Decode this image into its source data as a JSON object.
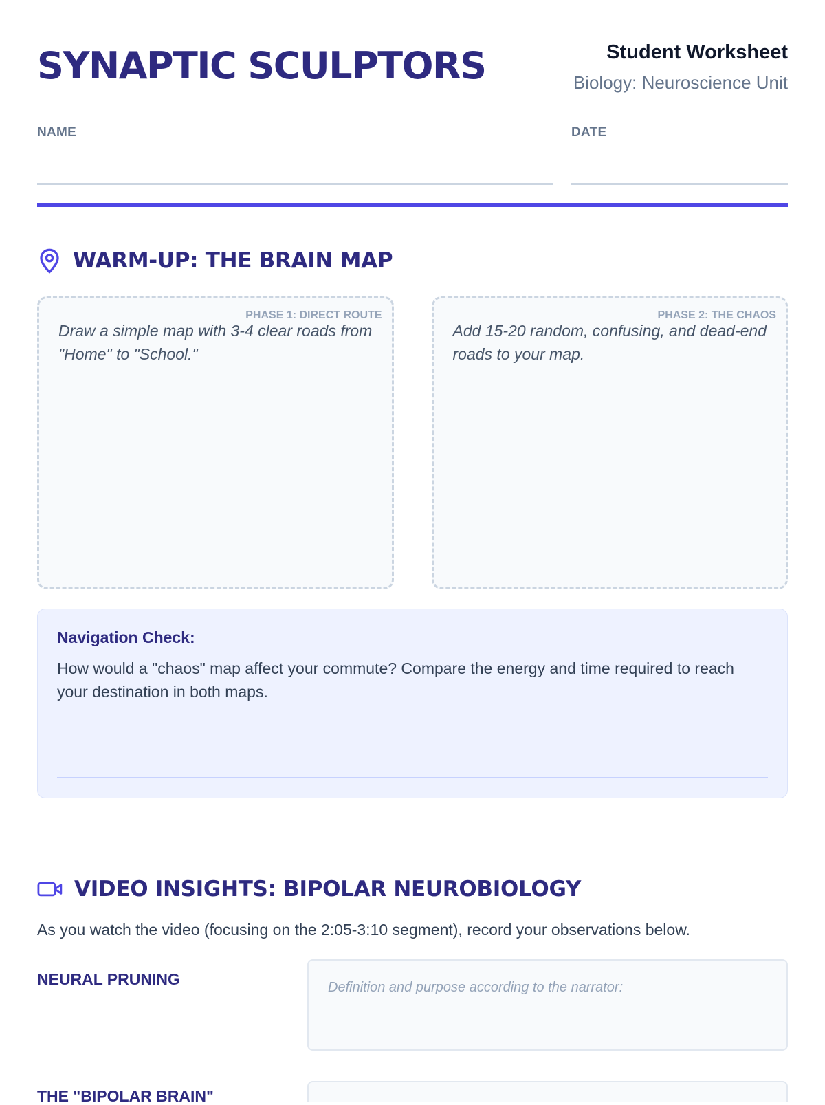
{
  "header": {
    "title": "SYNAPTIC SCULPTORS",
    "worksheet": "Student Worksheet",
    "unit": "Biology: Neuroscience Unit"
  },
  "fields": {
    "name": "NAME",
    "date": "DATE"
  },
  "warmup": {
    "title": "WARM-UP: THE BRAIN MAP",
    "phase1": {
      "label": "PHASE 1: DIRECT ROUTE",
      "text": "Draw a simple map with 3-4 clear roads from \"Home\" to \"School.\""
    },
    "phase2": {
      "label": "PHASE 2: THE CHAOS",
      "text": "Add 15-20 random, confusing, and dead-end roads to your map."
    },
    "check": {
      "heading": "Navigation Check:",
      "question": "How would a \"chaos\" map affect your commute? Compare the energy and time required to reach your destination in both maps."
    }
  },
  "video": {
    "title": "VIDEO INSIGHTS: BIPOLAR NEUROBIOLOGY",
    "intro": "As you watch the video (focusing on the 2:05-3:10 segment), record your observations below.",
    "rows": [
      {
        "label": "NEURAL PRUNING",
        "prompt": "Definition and purpose according to the narrator:"
      },
      {
        "label": "THE \"BIPOLAR BRAIN\"",
        "prompt": ""
      }
    ]
  }
}
